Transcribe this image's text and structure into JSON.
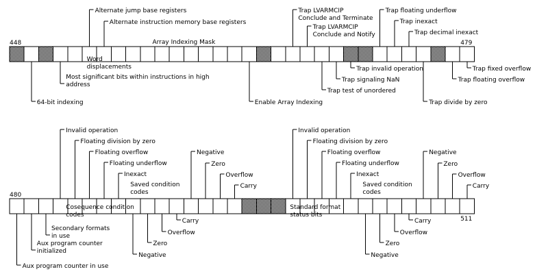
{
  "registers": [
    {
      "id": "r1",
      "start_bit": "448",
      "end_bit": "479",
      "bit_count": 32,
      "hatched": [
        0,
        2,
        17,
        23,
        24,
        29
      ],
      "labels_above": [
        {
          "start": 5,
          "end": 5,
          "lines": [
            "Alternate jump base registers"
          ]
        },
        {
          "start": 6,
          "end": 6,
          "lines": [
            "Alternate instruction memory base registers"
          ]
        },
        {
          "start": 19,
          "end": 19,
          "lines": [
            "Trap LVARMCIP",
            "Conclude and Terminate"
          ]
        },
        {
          "start": 20,
          "end": 20,
          "lines": [
            "Trap LVARMCIP",
            "Conclude and Notify"
          ]
        },
        {
          "start": 25,
          "end": 25,
          "lines": [
            "Trap floating underflow"
          ]
        },
        {
          "start": 26,
          "end": 26,
          "lines": [
            "Trap inexact"
          ]
        },
        {
          "start": 27,
          "end": 27,
          "lines": [
            "Trap decimal inexact"
          ]
        }
      ],
      "labels_inline": [
        {
          "start": 7,
          "end": 16,
          "text": "Array Indexing Mask"
        }
      ],
      "labels_below": [
        {
          "start": 1,
          "end": 1,
          "lines": [
            "64-bit indexing"
          ]
        },
        {
          "start": 3,
          "end": 3,
          "lines": [
            "Most significant bits within instructions in high",
            "address"
          ]
        },
        {
          "start": 5,
          "end": 6,
          "lines": [
            "Word",
            "displacements"
          ]
        },
        {
          "start": 16,
          "end": 16,
          "lines": [
            "Enable Array Indexing"
          ]
        },
        {
          "start": 21,
          "end": 21,
          "lines": [
            "Trap test of unordered"
          ]
        },
        {
          "start": 22,
          "end": 22,
          "lines": [
            "Trap signaling NaN"
          ]
        },
        {
          "start": 23,
          "end": 23,
          "lines": [
            "Trap invalid operation"
          ]
        },
        {
          "start": 28,
          "end": 28,
          "lines": [
            "Trap divide by zero"
          ]
        },
        {
          "start": 30,
          "end": 30,
          "lines": [
            "Trap floating overflow"
          ]
        },
        {
          "start": 31,
          "end": 31,
          "lines": [
            "Trap fixed overflow"
          ]
        }
      ]
    },
    {
      "id": "r2",
      "start_bit": "480",
      "end_bit": "511",
      "bit_count": 32,
      "hatched": [
        16,
        17,
        18
      ],
      "labels_above": [
        {
          "start": 3,
          "end": 3,
          "lines": [
            "Invalid operation"
          ]
        },
        {
          "start": 4,
          "end": 4,
          "lines": [
            "Floating division by zero"
          ]
        },
        {
          "start": 5,
          "end": 5,
          "lines": [
            "Floating overflow"
          ]
        },
        {
          "start": 6,
          "end": 6,
          "lines": [
            "Floating underflow"
          ]
        },
        {
          "start": 7,
          "end": 7,
          "lines": [
            "Inexact"
          ]
        },
        {
          "start": 8,
          "end": 8,
          "lines": [
            "Saved condition",
            "codes"
          ]
        },
        {
          "start": 12,
          "end": 12,
          "lines": [
            "Negative"
          ]
        },
        {
          "start": 13,
          "end": 13,
          "lines": [
            "Zero"
          ]
        },
        {
          "start": 14,
          "end": 14,
          "lines": [
            "Overflow"
          ]
        },
        {
          "start": 15,
          "end": 15,
          "lines": [
            "Carry"
          ]
        },
        {
          "start": 19,
          "end": 19,
          "lines": [
            "Invalid operation"
          ]
        },
        {
          "start": 20,
          "end": 20,
          "lines": [
            "Floating division by zero"
          ]
        },
        {
          "start": 21,
          "end": 21,
          "lines": [
            "Floating overflow"
          ]
        },
        {
          "start": 22,
          "end": 22,
          "lines": [
            "Floating underflow"
          ]
        },
        {
          "start": 23,
          "end": 23,
          "lines": [
            "Inexact"
          ]
        },
        {
          "start": 24,
          "end": 24,
          "lines": [
            "Saved condition",
            "codes"
          ]
        },
        {
          "start": 28,
          "end": 28,
          "lines": [
            "Negative"
          ]
        },
        {
          "start": 29,
          "end": 29,
          "lines": [
            "Zero"
          ]
        },
        {
          "start": 30,
          "end": 30,
          "lines": [
            "Overflow"
          ]
        },
        {
          "start": 31,
          "end": 31,
          "lines": [
            "Carry"
          ]
        }
      ],
      "labels_below": [
        {
          "start": 0,
          "end": 0,
          "lines": [
            "Aux program counter in use"
          ]
        },
        {
          "start": 1,
          "end": 1,
          "lines": [
            "Aux program counter",
            "initialized"
          ]
        },
        {
          "start": 2,
          "end": 2,
          "lines": [
            "Secondary formats",
            "in use"
          ]
        },
        {
          "start": 3,
          "end": 3,
          "lines": [
            "Cosequence condition",
            "codes"
          ]
        },
        {
          "start": 8,
          "end": 8,
          "lines": [
            "Negative"
          ]
        },
        {
          "start": 9,
          "end": 9,
          "lines": [
            "Zero"
          ]
        },
        {
          "start": 10,
          "end": 10,
          "lines": [
            "Overflow"
          ]
        },
        {
          "start": 11,
          "end": 11,
          "lines": [
            "Carry"
          ]
        },
        {
          "start": 19,
          "end": 19,
          "lines": [
            "Standard format",
            "status bits"
          ]
        },
        {
          "start": 24,
          "end": 24,
          "lines": [
            "Negative"
          ]
        },
        {
          "start": 25,
          "end": 25,
          "lines": [
            "Zero"
          ]
        },
        {
          "start": 26,
          "end": 26,
          "lines": [
            "Overflow"
          ]
        },
        {
          "start": 27,
          "end": 27,
          "lines": [
            "Carry"
          ]
        }
      ]
    }
  ]
}
